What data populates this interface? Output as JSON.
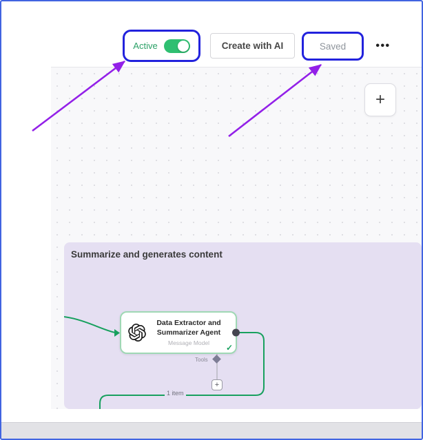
{
  "toolbar": {
    "active_label": "Active",
    "create_with_ai_label": "Create with AI",
    "saved_label": "Saved",
    "more_options_label": "•••"
  },
  "canvas": {
    "add_node_label": "+",
    "group": {
      "title": "Summarize and generates content",
      "node": {
        "title": "Data Extractor and Summarizer Agent",
        "subtitle": "Message Model",
        "icon": "openai-logo",
        "status_mark": "✓"
      },
      "tools_connector_label": "Tools",
      "add_tool_label": "+",
      "wire_label": "1 item"
    }
  },
  "annotations": {
    "highlight_border_color": "#2222dd",
    "arrow_color": "#9320e8"
  },
  "colors": {
    "frame_border": "#4164e1",
    "toggle_on": "#2fbf71",
    "active_text": "#2aa066",
    "saved_text": "#8f959c",
    "group_background": "#e5dff2",
    "wire_green": "#17a05e",
    "node_border": "#9fd8b4"
  }
}
